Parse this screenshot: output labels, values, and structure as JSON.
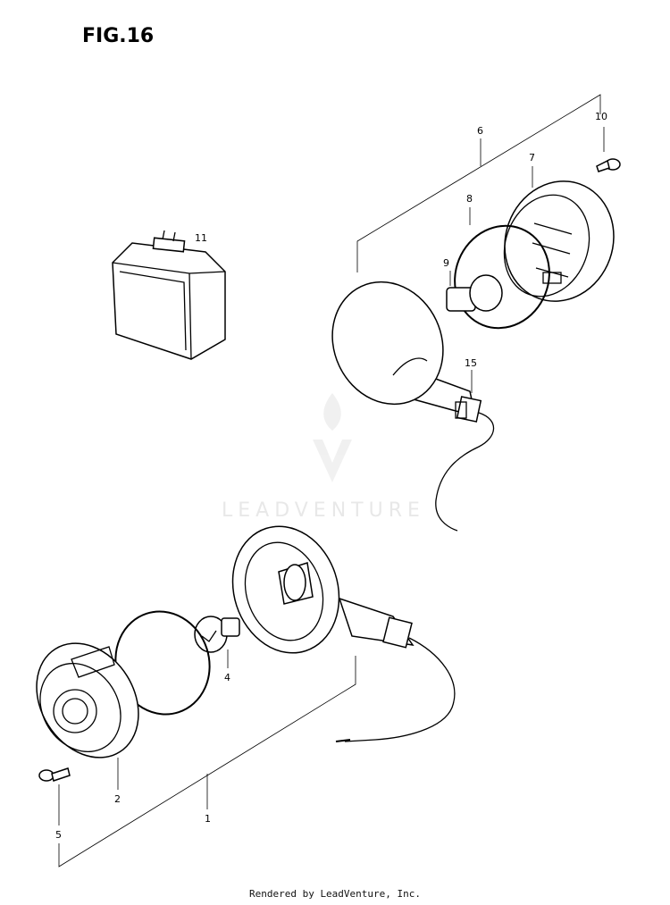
{
  "figure": {
    "title": "FIG.16"
  },
  "callouts": [
    "1",
    "2",
    "4",
    "5",
    "6",
    "7",
    "8",
    "9",
    "10",
    "11",
    "15"
  ],
  "watermark": {
    "text": "LEADVENTURE"
  },
  "footer": {
    "text": "Rendered by LeadVenture, Inc."
  }
}
